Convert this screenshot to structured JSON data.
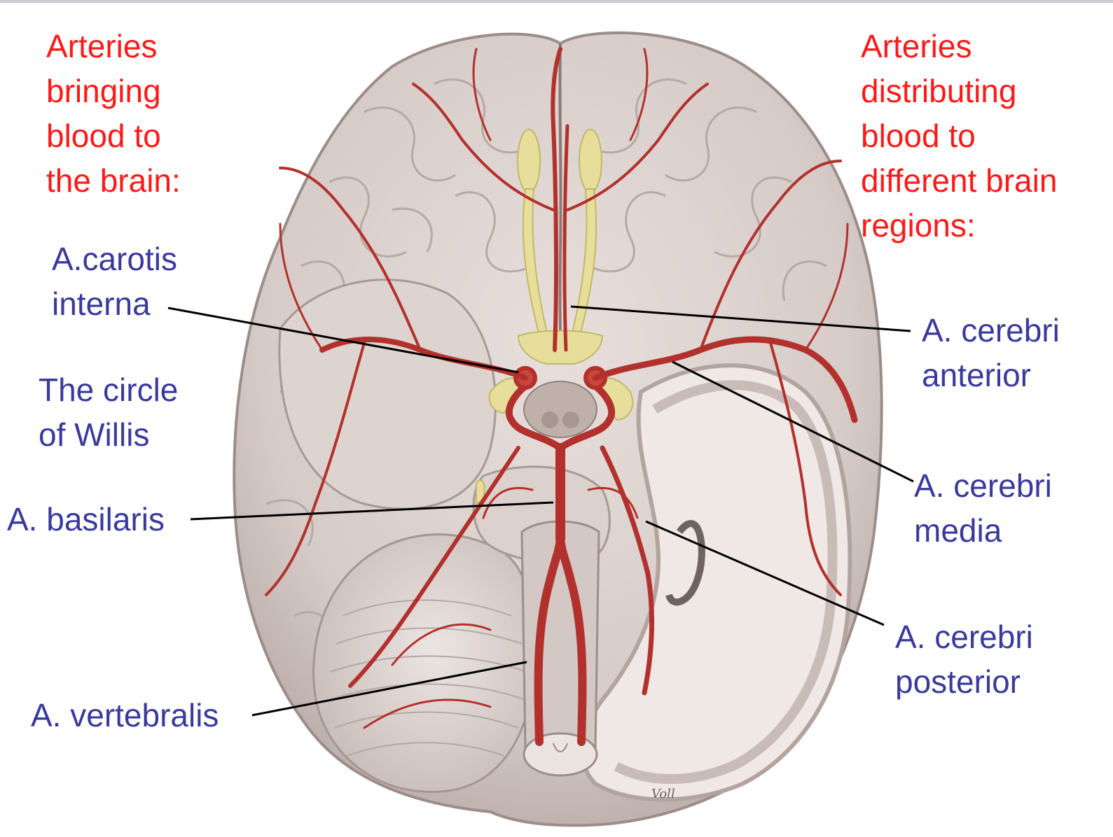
{
  "colors": {
    "heading_red": "#ff1a1a",
    "label_blue": "#3a3a9c",
    "artery_red": "#b3312d",
    "brain_tissue": "#d9cfcb",
    "nerve_yellow": "#e6de9a",
    "leader_line": "#000000"
  },
  "headings": {
    "left": [
      "Arteries",
      "bringing",
      "blood to",
      "the brain:"
    ],
    "right": [
      "Arteries",
      "distributing",
      "blood to",
      "different brain",
      "regions:"
    ]
  },
  "labels": {
    "carotis": [
      "A.carotis",
      "interna"
    ],
    "circle": [
      "The circle",
      "of Willis"
    ],
    "basilaris": [
      "A. basilaris"
    ],
    "vertebralis": [
      "A. vertebralis"
    ],
    "cerebri_anterior": [
      "A. cerebri",
      "anterior"
    ],
    "cerebri_media": [
      "A. cerebri",
      "media"
    ],
    "cerebri_posterior": [
      "A. cerebri",
      "posterior"
    ]
  },
  "illustration": {
    "view": "inferior view of the brain",
    "signature": "Voll"
  }
}
